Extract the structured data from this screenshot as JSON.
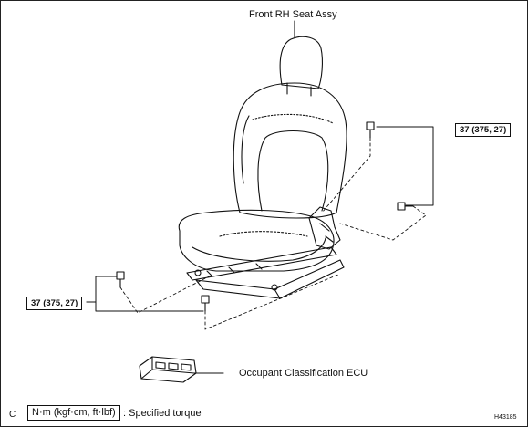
{
  "labels": {
    "seat": "Front RH Seat Assy",
    "ecu": "Occupant Classification ECU",
    "torque_upper": "37 (375, 27)",
    "torque_lower": "37 (375, 27)",
    "legend_unit": "N·m (kgf·cm, ft·lbf)",
    "legend_desc": ": Specified torque",
    "corner_letter": "C",
    "figure_code": "H43185"
  }
}
